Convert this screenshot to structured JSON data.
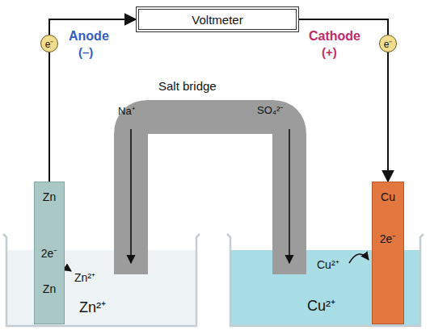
{
  "diagram": {
    "nodes": [
      {
        "text": [
          "Voltmeter"
        ]
      },
      {
        "text": [
          "Zn",
          "2e⁻",
          "Zn"
        ]
      },
      {
        "text": [
          "Cu",
          "2e⁻"
        ]
      }
    ],
    "edges": [
      {
        "from": 1,
        "to": 0,
        "arrow": "to",
        "label": "e⁻"
      },
      {
        "from": 0,
        "to": 2,
        "arrow": "to",
        "label": "e⁻"
      }
    ],
    "labels": [
      "Anode",
      "(–)",
      "Cathode",
      "(+)",
      "Salt bridge",
      "Na⁺",
      "SO₄²⁻",
      "Zn²⁺",
      "Zn²⁺",
      "Cu²⁺",
      "Cu²⁺"
    ]
  }
}
